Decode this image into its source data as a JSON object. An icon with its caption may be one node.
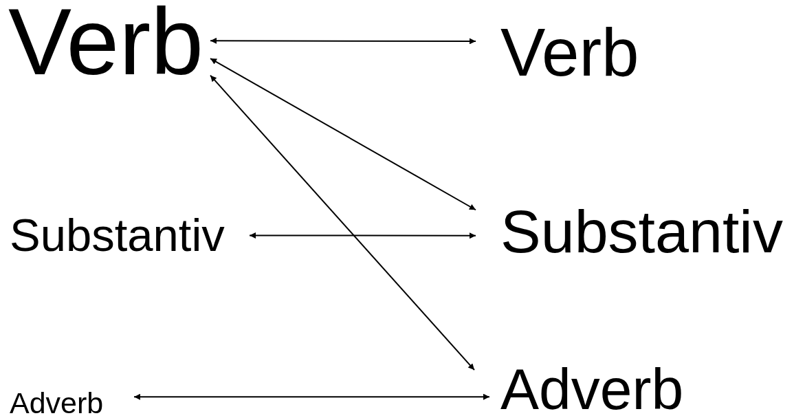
{
  "diagram": {
    "nodes": [
      {
        "text": [
          "Verb"
        ]
      },
      {
        "text": [
          "Verb"
        ]
      },
      {
        "text": [
          "Substantiv"
        ]
      },
      {
        "text": [
          "Substantiv"
        ]
      },
      {
        "text": [
          "Adverb"
        ]
      },
      {
        "text": [
          "Adverb"
        ]
      }
    ],
    "edges": [
      {
        "from": 0,
        "to": 1,
        "arrow": "both"
      },
      {
        "from": 0,
        "to": 3,
        "arrow": "both"
      },
      {
        "from": 0,
        "to": 5,
        "arrow": "both"
      },
      {
        "from": 2,
        "to": 3,
        "arrow": "both"
      },
      {
        "from": 4,
        "to": 5,
        "arrow": "both"
      }
    ]
  }
}
